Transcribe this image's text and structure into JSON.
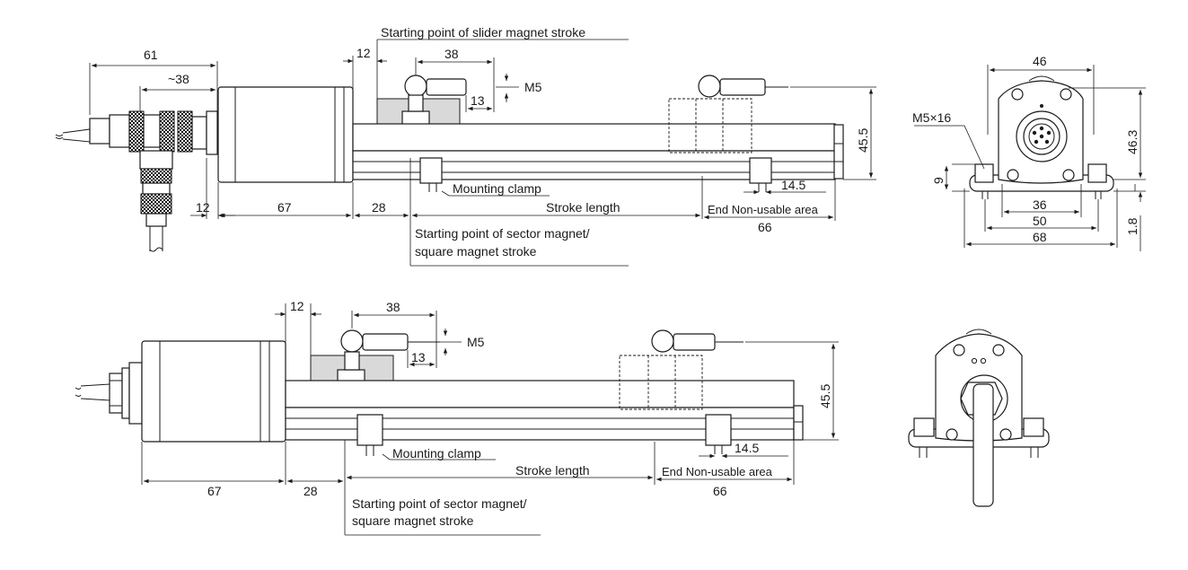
{
  "labels": {
    "slider_start": "Starting point of slider magnet stroke",
    "mounting_clamp": "Mounting clamp",
    "stroke_length": "Stroke length",
    "end_non_usable": "End Non-usable area",
    "sector_start_line1": "Starting point of sector magnet/",
    "sector_start_line2": "square magnet stroke",
    "m5": "M5",
    "m5x16": "M5×16"
  },
  "top_view_dims": {
    "d61": "61",
    "d38a": "~38",
    "d12a": "12",
    "d38b": "38",
    "d13": "13",
    "d12b": "12",
    "d67": "67",
    "d28": "28",
    "d14_5": "14.5",
    "d66": "66",
    "d45_5": "45.5"
  },
  "top_end_dims": {
    "d46": "46",
    "d46_3": "46.3",
    "d9": "9",
    "d36": "36",
    "d50": "50",
    "d68": "68",
    "d1_8": "1.8"
  },
  "bottom_view_dims": {
    "d12": "12",
    "d38": "38",
    "d13": "13",
    "d45_5": "45.5",
    "d14_5": "14.5",
    "d67": "67",
    "d28": "28",
    "d66": "66"
  }
}
